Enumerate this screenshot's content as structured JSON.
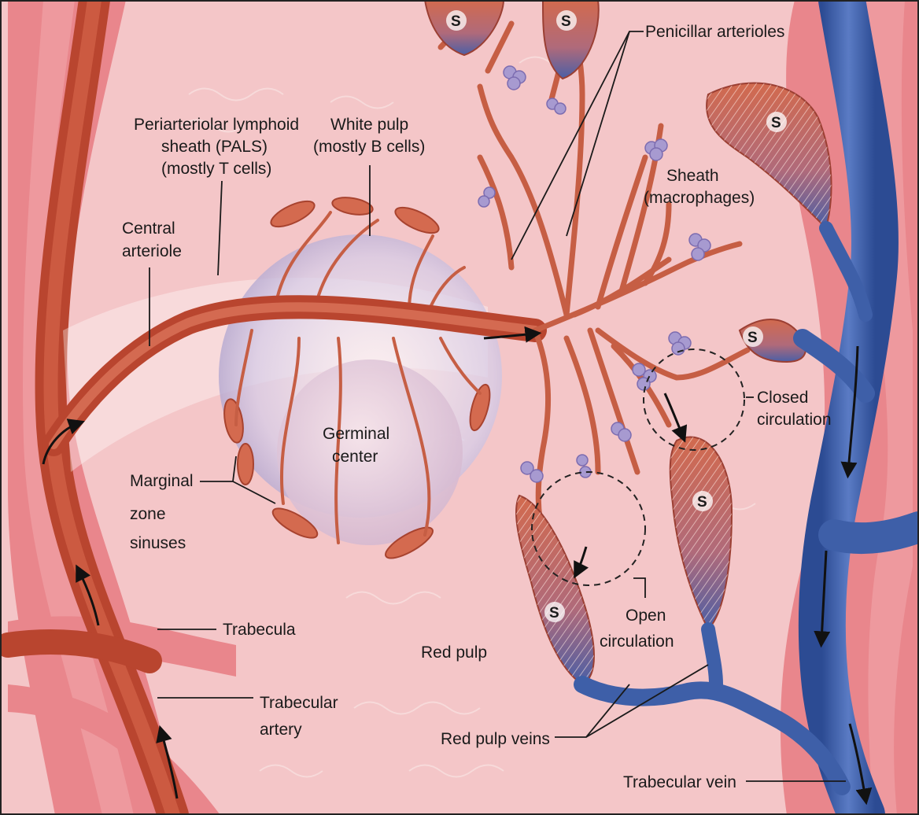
{
  "labels": {
    "penicillar_arterioles": "Penicillar arterioles",
    "pals_line1": "Periarteriolar lymphoid",
    "pals_line2": "sheath (PALS)",
    "pals_line3": "(mostly T cells)",
    "white_pulp_line1": "White pulp",
    "white_pulp_line2": "(mostly B cells)",
    "sheath_line1": "Sheath",
    "sheath_line2": "(macrophages)",
    "central_arteriole_line1": "Central",
    "central_arteriole_line2": "arteriole",
    "closed_circulation_line1": "Closed",
    "closed_circulation_line2": "circulation",
    "germinal_center_line1": "Germinal",
    "germinal_center_line2": "center",
    "marginal_line1": "Marginal",
    "marginal_line2": "zone",
    "marginal_line3": "sinuses",
    "trabecula": "Trabecula",
    "red_pulp": "Red pulp",
    "open_circulation_line1": "Open",
    "open_circulation_line2": "circulation",
    "trabecular_artery_line1": "Trabecular",
    "trabecular_artery_line2": "artery",
    "red_pulp_veins": "Red pulp veins",
    "trabecular_vein": "Trabecular vein",
    "sinusoid_marker": "S"
  },
  "colors": {
    "background": "#f4c6c8",
    "tissue_light": "#f8d9da",
    "trabecula": "#e9868c",
    "artery": "#c9553f",
    "artery_light": "#e07a5f",
    "vein": "#3e5fa8",
    "vein_dark": "#2b4a92",
    "macrophage_sheath": "#a79ad0",
    "white_pulp": "#cfc6e2",
    "germinal_center": "#e2d0e4"
  }
}
